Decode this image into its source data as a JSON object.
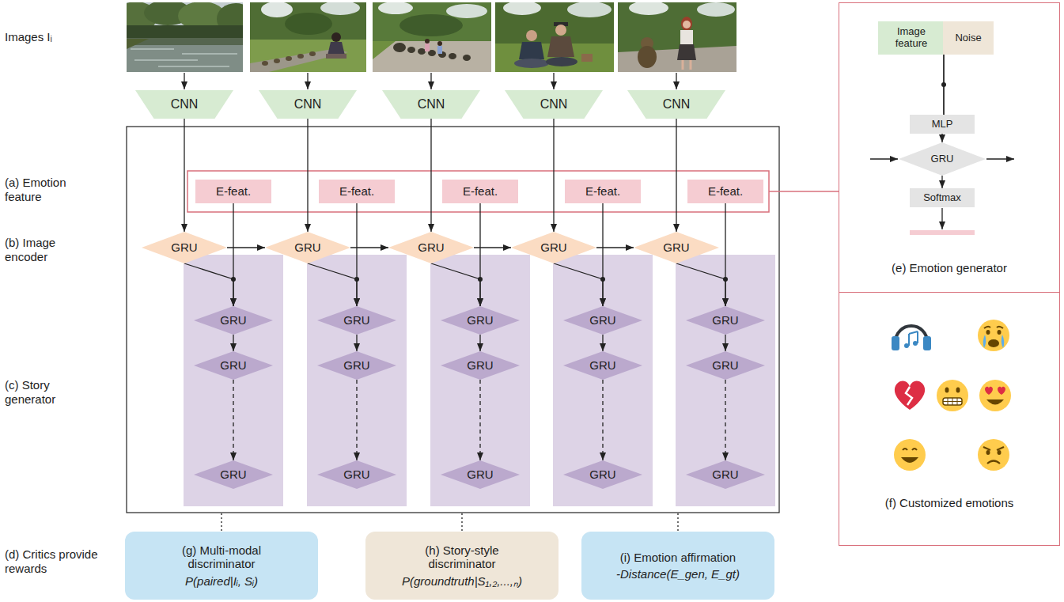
{
  "diagram": {
    "nodes": [
      {
        "text": [
          "CNN"
        ]
      },
      {
        "text": [
          "CNN"
        ]
      },
      {
        "text": [
          "CNN"
        ]
      },
      {
        "text": [
          "CNN"
        ]
      },
      {
        "text": [
          "CNN"
        ]
      },
      {
        "text": [
          "E-feat."
        ]
      },
      {
        "text": [
          "E-feat."
        ]
      },
      {
        "text": [
          "E-feat."
        ]
      },
      {
        "text": [
          "E-feat."
        ]
      },
      {
        "text": [
          "E-feat."
        ]
      },
      {
        "text": [
          "GRU"
        ]
      },
      {
        "text": [
          "GRU"
        ]
      },
      {
        "text": [
          "GRU"
        ]
      },
      {
        "text": [
          "GRU"
        ]
      },
      {
        "text": [
          "GRU"
        ]
      },
      {
        "text": [
          "GRU"
        ]
      },
      {
        "text": [
          "GRU"
        ]
      },
      {
        "text": [
          "GRU"
        ]
      },
      {
        "text": [
          "GRU"
        ]
      },
      {
        "text": [
          "GRU"
        ]
      },
      {
        "text": [
          "GRU"
        ]
      },
      {
        "text": [
          "GRU"
        ]
      },
      {
        "text": [
          "GRU"
        ]
      },
      {
        "text": [
          "GRU"
        ]
      },
      {
        "text": [
          "GRU"
        ]
      },
      {
        "text": [
          "GRU"
        ]
      },
      {
        "text": [
          "GRU"
        ]
      },
      {
        "text": [
          "GRU"
        ]
      },
      {
        "text": [
          "GRU"
        ]
      },
      {
        "text": [
          "GRU"
        ]
      },
      {
        "text": [
          "(g) Multi-modal discriminator",
          "P(paired|Iᵢ, Sᵢ)"
        ]
      },
      {
        "text": [
          "(h) Story-style discriminator",
          "P(groundtruth|S₁,₂,...,ₙ)"
        ]
      },
      {
        "text": [
          "(i) Emotion affirmation",
          "-Distance(E_gen, E_gt)"
        ]
      },
      {
        "text": [
          "(e) Emotion generator"
        ]
      },
      {
        "text": [
          "Image feature"
        ],
        "in": 33
      },
      {
        "text": [
          "Noise"
        ],
        "in": 33
      },
      {
        "text": [
          "MLP"
        ],
        "in": 33
      },
      {
        "text": [
          "GRU"
        ],
        "in": 33
      },
      {
        "text": [
          "Softmax"
        ],
        "in": 33
      },
      {
        "text": [
          "(f) Customized emotions"
        ]
      }
    ],
    "edges": [
      {
        "from": 0,
        "to": 10,
        "arrow": "to"
      },
      {
        "from": 1,
        "to": 11,
        "arrow": "to"
      },
      {
        "from": 2,
        "to": 12,
        "arrow": "to"
      },
      {
        "from": 3,
        "to": 13,
        "arrow": "to"
      },
      {
        "from": 4,
        "to": 14,
        "arrow": "to"
      },
      {
        "from": 10,
        "to": 11,
        "arrow": "to"
      },
      {
        "from": 11,
        "to": 12,
        "arrow": "to"
      },
      {
        "from": 12,
        "to": 13,
        "arrow": "to"
      },
      {
        "from": 13,
        "to": 14,
        "arrow": "to"
      },
      {
        "from": 10,
        "to": 15,
        "arrow": "to"
      },
      {
        "from": 5,
        "to": 15,
        "arrow": "to"
      },
      {
        "from": 11,
        "to": 18,
        "arrow": "to"
      },
      {
        "from": 6,
        "to": 18,
        "arrow": "to"
      },
      {
        "from": 12,
        "to": 21,
        "arrow": "to"
      },
      {
        "from": 7,
        "to": 21,
        "arrow": "to"
      },
      {
        "from": 13,
        "to": 24,
        "arrow": "to"
      },
      {
        "from": 8,
        "to": 24,
        "arrow": "to"
      },
      {
        "from": 14,
        "to": 27,
        "arrow": "to"
      },
      {
        "from": 9,
        "to": 27,
        "arrow": "to"
      },
      {
        "from": 15,
        "to": 16,
        "arrow": "to"
      },
      {
        "from": 16,
        "to": 17,
        "arrow": "to"
      },
      {
        "from": 18,
        "to": 19,
        "arrow": "to"
      },
      {
        "from": 19,
        "to": 20,
        "arrow": "to"
      },
      {
        "from": 21,
        "to": 22,
        "arrow": "to"
      },
      {
        "from": 22,
        "to": 23,
        "arrow": "to"
      },
      {
        "from": 24,
        "to": 25,
        "arrow": "to"
      },
      {
        "from": 25,
        "to": 26,
        "arrow": "to"
      },
      {
        "from": 27,
        "to": 28,
        "arrow": "to"
      },
      {
        "from": 28,
        "to": 29,
        "arrow": "to"
      },
      {
        "from": 34,
        "to": 36,
        "arrow": "none"
      },
      {
        "from": 35,
        "to": 36,
        "arrow": "none"
      },
      {
        "from": 36,
        "to": 37,
        "arrow": "to"
      },
      {
        "from": 37,
        "to": 38,
        "arrow": "to"
      }
    ],
    "labels": [
      "Images Iᵢ",
      "(a) Emotion feature",
      "(b) Image encoder",
      "(c) Story generator",
      "(d) Critics provide rewards"
    ]
  }
}
